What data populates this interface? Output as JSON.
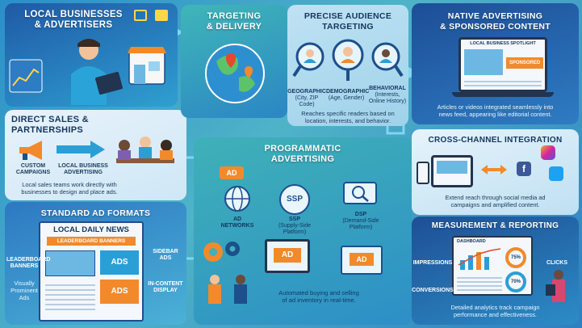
{
  "panels": {
    "local": {
      "title_line1": "LOCAL BUSINESSES",
      "title_line2": "& ADVERTISERS"
    },
    "direct": {
      "title_line1": "DIRECT SALES &",
      "title_line2": "PARTNERSHIPS",
      "custom_line1": "CUSTOM",
      "custom_line2": "CAMPAIGNS",
      "advertising_line1": "LOCAL BUSINESS",
      "advertising_line2": "ADVERTISING",
      "desc_line1": "Local sales teams work directly with",
      "desc_line2": "businesses to design and place ads."
    },
    "standard": {
      "title": "STANDARD AD FORMATS",
      "newspaper_title": "LOCAL DAILY NEWS",
      "newspaper_banner": "LEADERBOARD BANNERS",
      "leaderboard_line1": "LEADERBOARD",
      "leaderboard_line2": "BANNERS",
      "ads1": "ADS",
      "ads2": "ADS",
      "sidebar_line1": "SIDEBAR",
      "sidebar_line2": "ADS",
      "incontent_line1": "IN-CONTENT",
      "incontent_line2": "DISPLAY",
      "prominent_line1": "Visually",
      "prominent_line2": "Prominent Ads"
    },
    "targeting": {
      "title_line1": "TARGETING",
      "title_line2": "& DELIVERY"
    },
    "precise": {
      "title_line1": "PRECISE AUDIENCE",
      "title_line2": "TARGETING",
      "geo_line1": "GEOGRAPHIC",
      "geo_line2": "(City, ZIP Code)",
      "demo_line1": "DEMOGRAPHIC",
      "demo_line2": "(Age, Gender)",
      "beh_line1": "BEHAVIORAL",
      "beh_line2": "(Interests,",
      "beh_line3": "Online History)",
      "desc_line1": "Reaches specific readers based on",
      "desc_line2": "location, interests, and behavior."
    },
    "native": {
      "title_line1": "NATIVE ADVERTISING",
      "title_line2": "& SPONSORED CONTENT",
      "spotlight": "LOCAL BUSINESS SPOTLIGHT",
      "sponsored": "SPONSORED",
      "desc_line1": "Articles or videos integrated seamlessly into",
      "desc_line2": "news feed, appearing like editorial content."
    },
    "programmatic": {
      "title_line1": "PROGRAMMATIC",
      "title_line2": "ADVERTISING",
      "ad_badge": "AD",
      "ad_badge2": "AD",
      "ad_badge3": "AD",
      "networks_line1": "AD",
      "networks_line2": "NETWORKS",
      "ssp": "SSP",
      "ssp_line1": "SSP",
      "ssp_line2": "(Supply-Side",
      "ssp_line3": "Platform)",
      "dsp_line1": "DSP",
      "dsp_line2": "(Demand-Side",
      "dsp_line3": "Platform)",
      "desc_line1": "Automated buying and selling",
      "desc_line2": "of ad inventory in real-time."
    },
    "cross": {
      "title": "CROSS-CHANNEL INTEGRATION",
      "desc_line1": "Extend reach through social media ad",
      "desc_line2": "campaigns and amplified content."
    },
    "measure": {
      "title": "MEASUREMENT & REPORTING",
      "impressions": "IMPRESSIONS",
      "clicks": "CLICKS",
      "conversions": "CONVERSIONS",
      "dashboard": "DASHBOARD",
      "pct1": "75%",
      "pct2": "70%",
      "desc_line1": "Detailed analytics track campaign",
      "desc_line2": "performance and effectiveness."
    }
  },
  "colors": {
    "orange": "#f28a2b",
    "navy": "#14365e",
    "teal": "#3fb1b7",
    "blue": "#2a8fc9"
  }
}
